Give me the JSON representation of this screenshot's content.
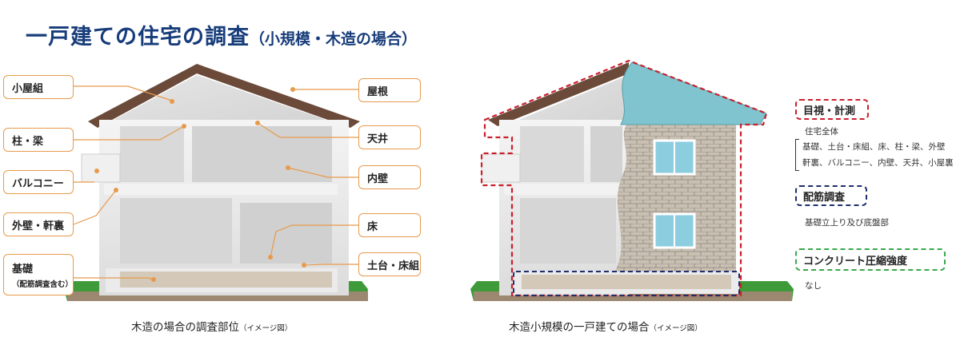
{
  "title": {
    "main": "一戸建ての住宅の調査",
    "sub": "（小規模・木造の場合）"
  },
  "left_labels": {
    "koyagumi": "小屋組",
    "hashira_hari": "柱・梁",
    "balcony": "バルコニー",
    "gaiheki": "外壁・軒裏",
    "kiso": "基礎",
    "kiso_note": "（配筋調査含む）",
    "yane": "屋根",
    "tenjo": "天井",
    "naiheki": "内壁",
    "yuka": "床",
    "dodai": "土台・床組"
  },
  "captions": {
    "left": "木造の場合の調査部位",
    "left_note": "（イメージ図）",
    "right": "木造小規模の一戸建ての場合",
    "right_note": "（イメージ図）"
  },
  "legend": {
    "visual": {
      "label": "目視・計測",
      "scope": "住宅全体",
      "items": [
        "基礎、土台・床組、床、柱・梁、外壁",
        "軒裏、バルコニー、内壁、天井、小屋裏"
      ],
      "color": "#c8202e"
    },
    "rebar": {
      "label": "配筋調査",
      "scope": "基礎立上り及び底盤部",
      "color": "#1f2d6b"
    },
    "concrete": {
      "label": "コンクリート圧縮強度",
      "scope": "なし",
      "color": "#3aa84a"
    }
  },
  "colors": {
    "title": "#173c7a",
    "label_border": "#e79a4c",
    "roof_brown": "#6b4a3a",
    "grass": "#3f9a3a",
    "roof_blue": "#7fc4cf",
    "brick": "#c9c0b3"
  }
}
